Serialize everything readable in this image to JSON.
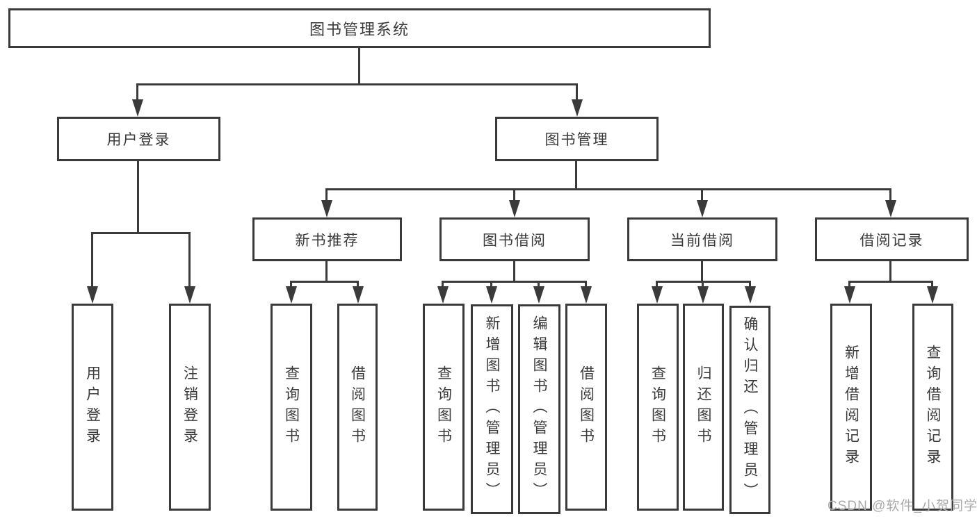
{
  "diagram": {
    "root": {
      "label": "图书管理系统"
    },
    "branches": {
      "user_login": {
        "label": "用户登录",
        "children": [
          "用户登录",
          "注销登录"
        ]
      },
      "book_management": {
        "label": "图书管理",
        "groups": [
          {
            "label": "新书推荐",
            "children": [
              "查询图书",
              "借阅图书"
            ]
          },
          {
            "label": "图书借阅",
            "children": [
              "查询图书",
              "新增图书（管理员）",
              "编辑图书（管理员）",
              "借阅图书"
            ]
          },
          {
            "label": "当前借阅",
            "children": [
              "查询图书",
              "归还图书",
              "确认归还（管理员）"
            ]
          },
          {
            "label": "借阅记录",
            "children": [
              "新增借阅记录",
              "查询借阅记录"
            ]
          }
        ]
      }
    }
  },
  "watermark": "CSDN @软件_小贺同学",
  "colors": {
    "line": "#3a3a3a",
    "text": "#3a3a3a",
    "watermark": "#ababab",
    "background": "#ffffff"
  }
}
